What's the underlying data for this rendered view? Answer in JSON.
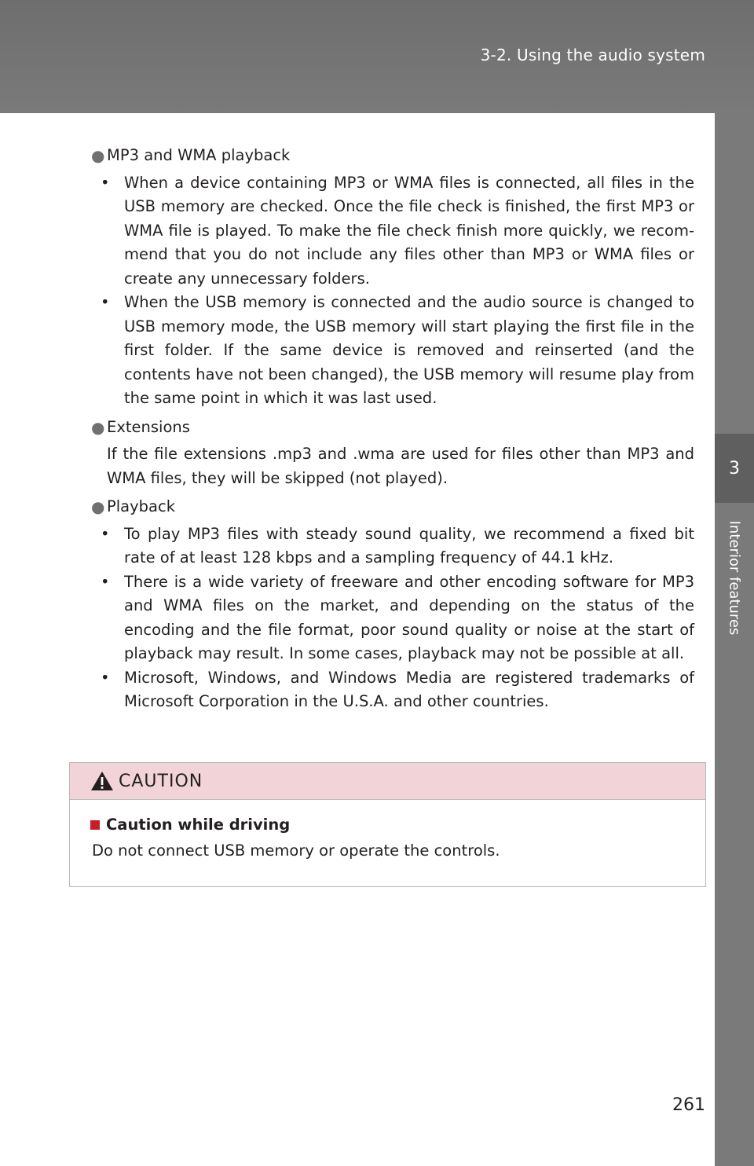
{
  "header": {
    "section": "3-2. Using the audio system"
  },
  "side_tab": {
    "number": "3",
    "label": "Interior features"
  },
  "sections": [
    {
      "heading": "MP3 and WMA playback",
      "items": [
        "When a device containing MP3 or WMA files is connected, all files in the USB memory are checked. Once the file check is finished, the first MP3 or WMA file is played. To make the file check finish more quickly, we recom­mend that you do not include any files other than MP3 or WMA files or cre­ate any unnecessary folders.",
        "When the USB memory is connected and the audio source is changed to USB memory mode, the USB memory will start playing the first file in the first folder. If the same device is removed and reinserted (and the contents have not been changed), the USB memory will resume play from the same point in which it was last used."
      ]
    },
    {
      "heading": "Extensions",
      "paragraph": "If the file extensions .mp3 and .wma are used for files other than MP3 and WMA files, they will be skipped (not played)."
    },
    {
      "heading": "Playback",
      "items": [
        "To play MP3 files with steady sound quality, we recommend a fixed bit rate of at least 128 kbps and a sampling frequency of 44.1 kHz.",
        "There is a wide variety of freeware and other encoding software for MP3 and WMA files on the market, and depending on the status of the encoding and the file format, poor sound quality or noise at the start of playback may result. In some cases, playback may not be possible at all.",
        "Microsoft, Windows, and Windows Media are registered trademarks of Microsoft Corporation in the U.S.A. and other countries."
      ]
    }
  ],
  "caution": {
    "title": "CAUTION",
    "heading": "Caution while driving",
    "text": "Do not connect USB memory or operate the controls.",
    "accent_color": "#c81d2b",
    "header_bg": "#f2d3d8"
  },
  "page_number": "261",
  "icons": {
    "warning": "warning-triangle-icon",
    "bullet": "circle-bullet-icon",
    "square": "red-square-icon"
  }
}
